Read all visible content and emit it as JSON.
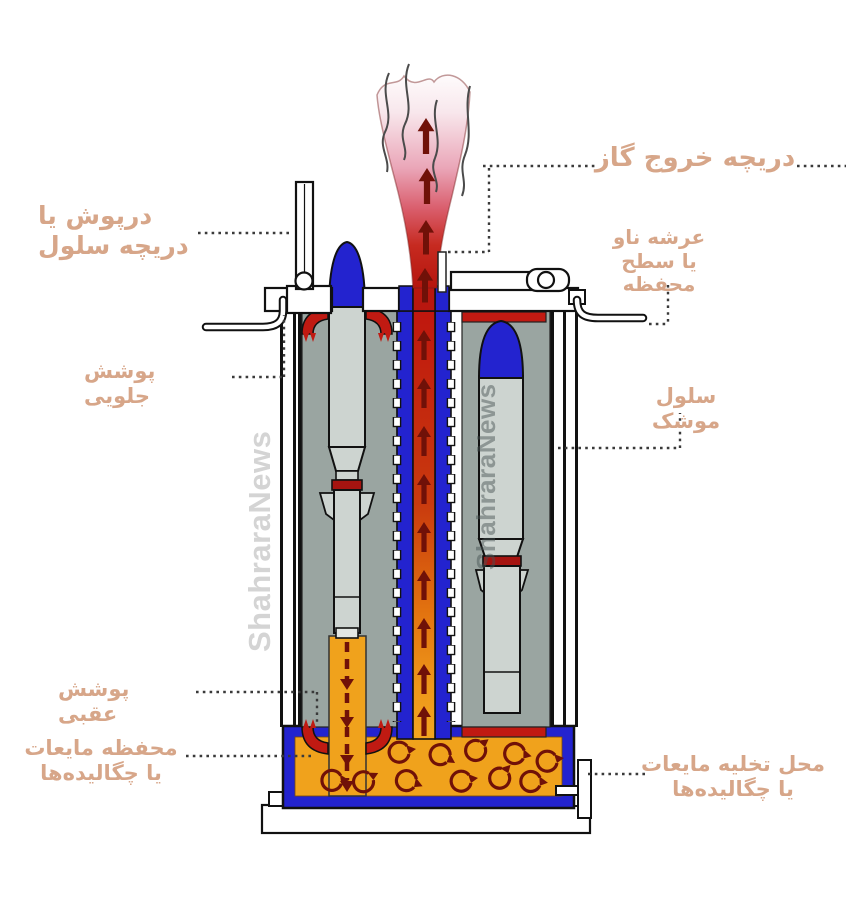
{
  "labels": {
    "gas_exit": "دریچه خروج گاز",
    "cell_cap": {
      "line1": "درپوش یا",
      "line2": "دریچه سلول"
    },
    "deck": {
      "line1": "عرشه ناو",
      "line2": "یا سطح محفظه"
    },
    "front_cover": "پوشش جلویی",
    "missile_cell": "سلول موشک",
    "rear_cover": "پوشش عقبی",
    "liquids_chamber": {
      "line1": "محفظه مایعات",
      "line2": "یا چگالیده‌ها"
    },
    "drain": {
      "line1": "محل تخلیه مایعات",
      "line2": "یا چگالیده‌ها"
    }
  },
  "watermarks": {
    "left": "ShahraraNews",
    "right": "ShahraraNews"
  },
  "colors": {
    "label_tan": "#d7a689",
    "flame_red": "#b5150d",
    "duct_orange": "#f0a21c",
    "structure_blue": "#2323cf",
    "cell_gray": "#9aa5a1",
    "missile_gray": "#cdd4d0",
    "arrow_dark_red": "#701108",
    "seal_red": "#c01a12"
  }
}
